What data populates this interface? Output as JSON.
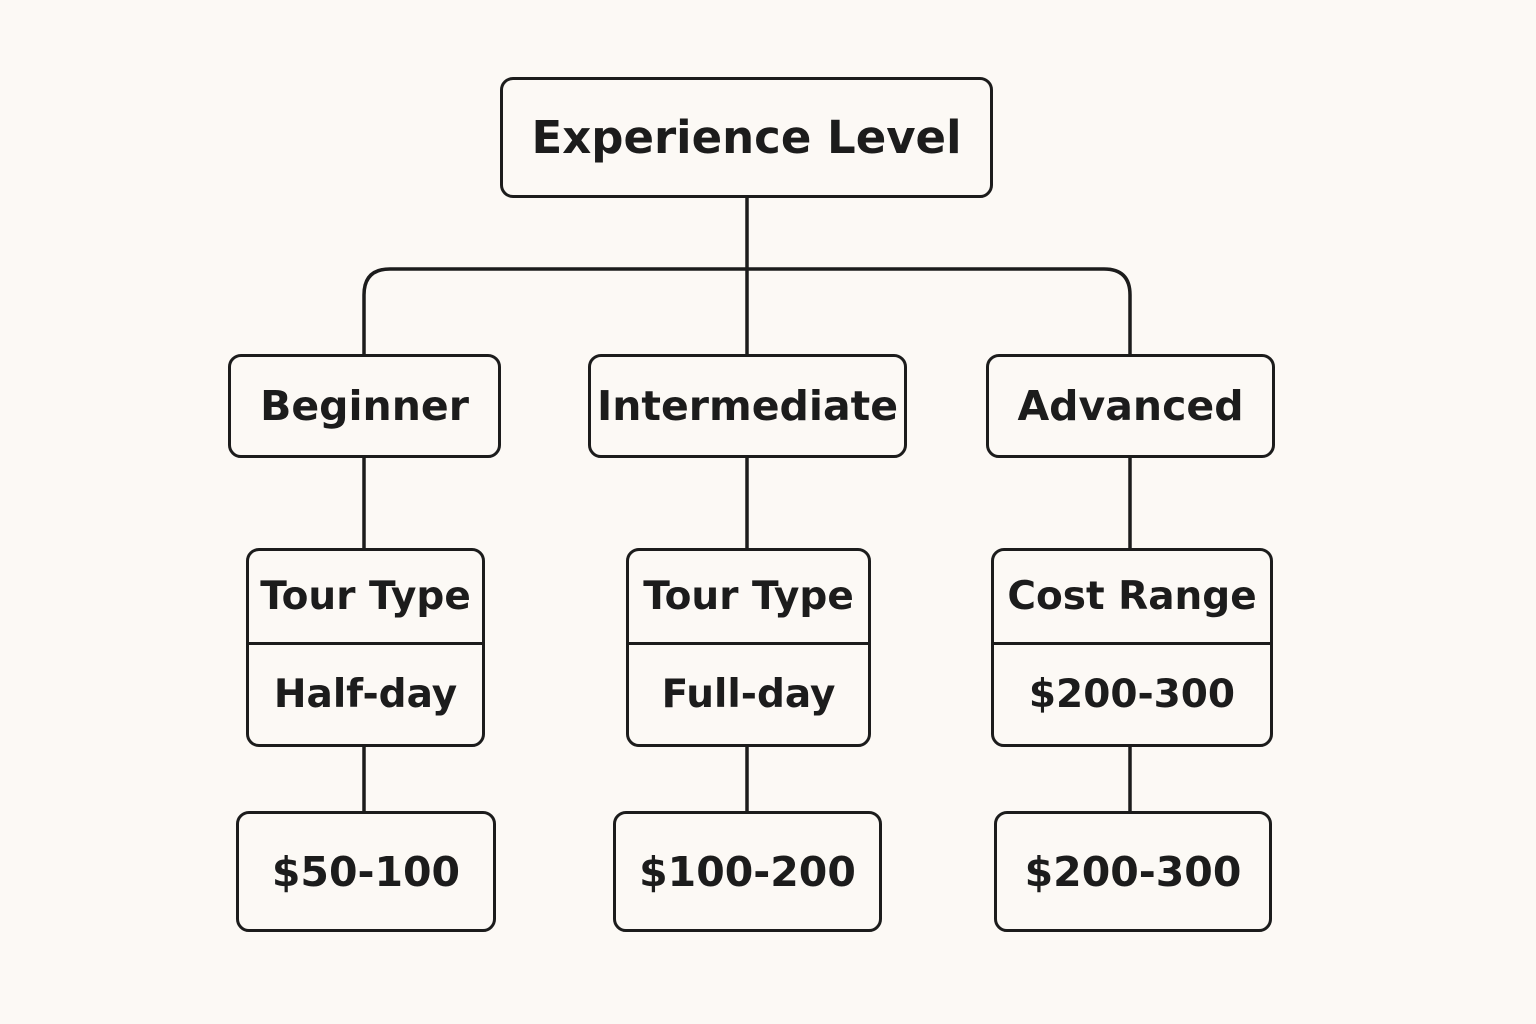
{
  "root": {
    "label": "Experience Level"
  },
  "levels": [
    {
      "label": "Beginner",
      "attribute": {
        "label": "Tour Type",
        "value": "Half-day"
      },
      "price": "$50-100"
    },
    {
      "label": "Intermediate",
      "attribute": {
        "label": "Tour Type",
        "value": "Full-day"
      },
      "price": "$100-200"
    },
    {
      "label": "Advanced",
      "attribute": {
        "label": "Cost Range",
        "value": "$200-300"
      },
      "price": "$200-300"
    }
  ],
  "colors": {
    "background": "#fcf9f5",
    "stroke": "#1c1c1c"
  }
}
